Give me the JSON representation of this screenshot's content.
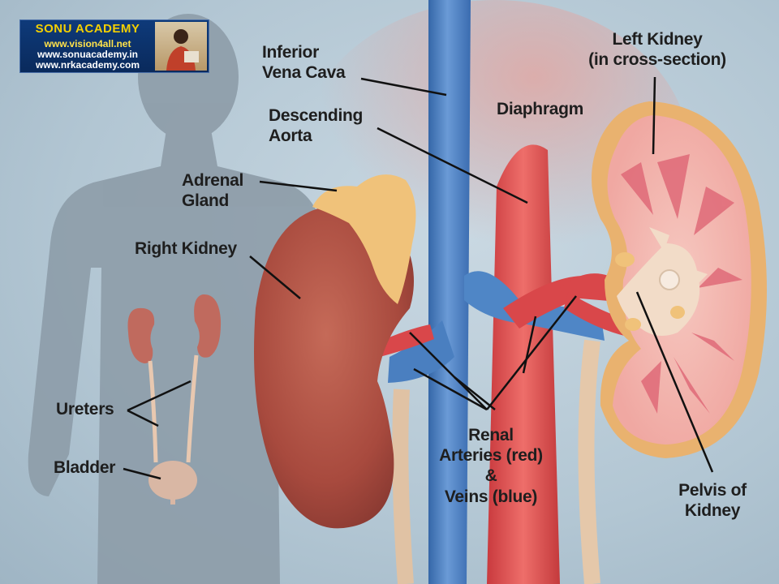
{
  "logo": {
    "title": "SONU ACADEMY",
    "line1": "www.vision4all.net",
    "line2": "www.sonuacademy.in",
    "line3": "www.nrkacademy.com"
  },
  "labels": {
    "inferior_vena_cava_1": "Inferior",
    "inferior_vena_cava_2": "Vena Cava",
    "descending_aorta_1": "Descending",
    "descending_aorta_2": "Aorta",
    "diaphragm": "Diaphragm",
    "left_kidney_1": "Left Kidney",
    "left_kidney_2": "(in cross-section)",
    "adrenal_gland_1": "Adrenal",
    "adrenal_gland_2": "Gland",
    "right_kidney": "Right Kidney",
    "ureters": "Ureters",
    "bladder": "Bladder",
    "renal_1": "Renal",
    "renal_2": "Arteries (red)",
    "renal_3": "&",
    "renal_4": "Veins (blue)",
    "pelvis_1": "Pelvis of",
    "pelvis_2": "Kidney"
  },
  "colors": {
    "vein": "#4a7fc0",
    "artery": "#d9474a",
    "kidney": "#b8574a",
    "adrenal": "#f0c27a",
    "silhouette": "#8d9ca8"
  }
}
